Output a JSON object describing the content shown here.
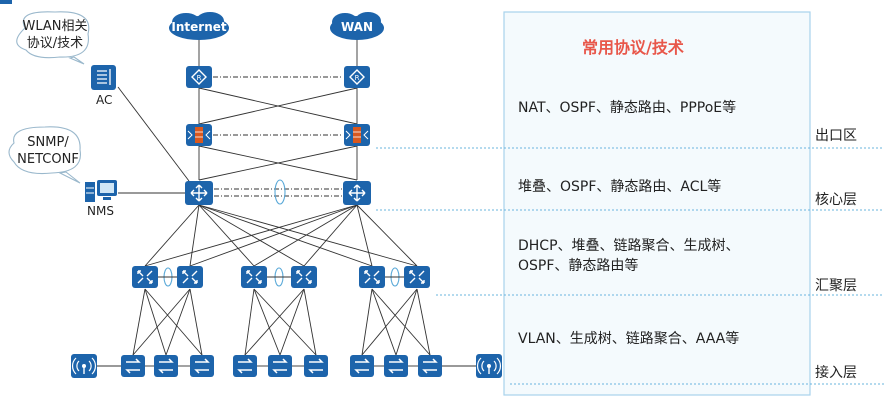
{
  "callouts": {
    "wlan": "WLAN相关\n协议/技术",
    "snmp": "SNMP/\nNETCONF"
  },
  "devices": {
    "ac": "AC",
    "nms": "NMS",
    "internet": "Internet",
    "wan": "WAN"
  },
  "panel": {
    "title": "常用协议/技术",
    "rows": [
      {
        "protocols": "NAT、OSPF、静态路由、PPPoE等",
        "layer": "出口区"
      },
      {
        "protocols": "堆叠、OSPF、静态路由、ACL等",
        "layer": "核心层"
      },
      {
        "protocols": "DHCP、堆叠、链路聚合、生成树、OSPF、静态路由等",
        "layer": "汇聚层"
      },
      {
        "protocols": "VLAN、生成树、链路聚合、AAA等",
        "layer": "接入层"
      }
    ]
  },
  "colors": {
    "device": "#1d64ab",
    "panel_border": "#a8d3ec",
    "panel_bg": "#f4fafd",
    "title": "#e8574a",
    "dashed": "#6ab4de",
    "firewall": "#d9581f"
  }
}
